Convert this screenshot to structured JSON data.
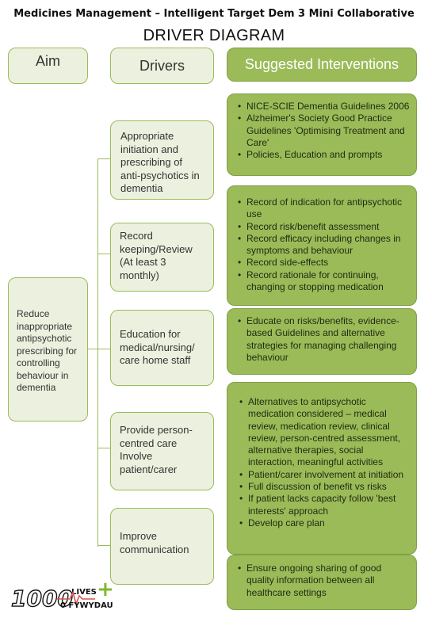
{
  "header": {
    "title": "Medicines Management – Intelligent Target Dem 3 Mini Collaborative",
    "subtitle": "DRIVER DIAGRAM"
  },
  "columns": {
    "aim": "Aim",
    "drivers": "Drivers",
    "interventions": "Suggested Interventions"
  },
  "aim_text": "Reduce inappropriate antipsychotic prescribing for controlling behaviour in dementia",
  "drivers": [
    "Appropriate initiation and prescribing of anti-psychotics in dementia",
    "Record keeping/Review (At least 3 monthly)",
    "Education for medical/nursing/ care home staff",
    "Provide person-centred care Involve patient/carer",
    "Improve communication"
  ],
  "interventions": [
    [
      "NICE-SCIE Dementia Guidelines 2006",
      "Alzheimer's Society Good Practice Guidelines 'Optimising Treatment and Care'",
      "Policies, Education and prompts"
    ],
    [
      "Record of indication for antipsychotic use",
      "Record risk/benefit assessment",
      "Record efficacy including changes in symptoms and behaviour",
      "Record side-effects",
      "Record rationale for continuing, changing or stopping medication"
    ],
    [
      "Educate on risks/benefits, evidence- based Guidelines and alternative strategies for managing challenging behaviour"
    ],
    [
      "Alternatives to antipsychotic medication considered – medical review, medication review, clinical review, person-centred assessment, alternative therapies, social interaction, meaningful activities",
      "Patient/carer involvement at initiation",
      "Full discussion of benefit vs risks",
      "If patient lacks capacity follow 'best interests' approach",
      "Develop care plan"
    ],
    [
      "Ensure ongoing sharing of good quality information between all healthcare settings"
    ]
  ],
  "logo": {
    "number": "1000",
    "lives": "LIVES",
    "plus": "+",
    "welsh": "0 FYWYDAU"
  },
  "colors": {
    "light_green": "#ebf1de",
    "green": "#9bbb59",
    "border": "#9bbb59"
  }
}
